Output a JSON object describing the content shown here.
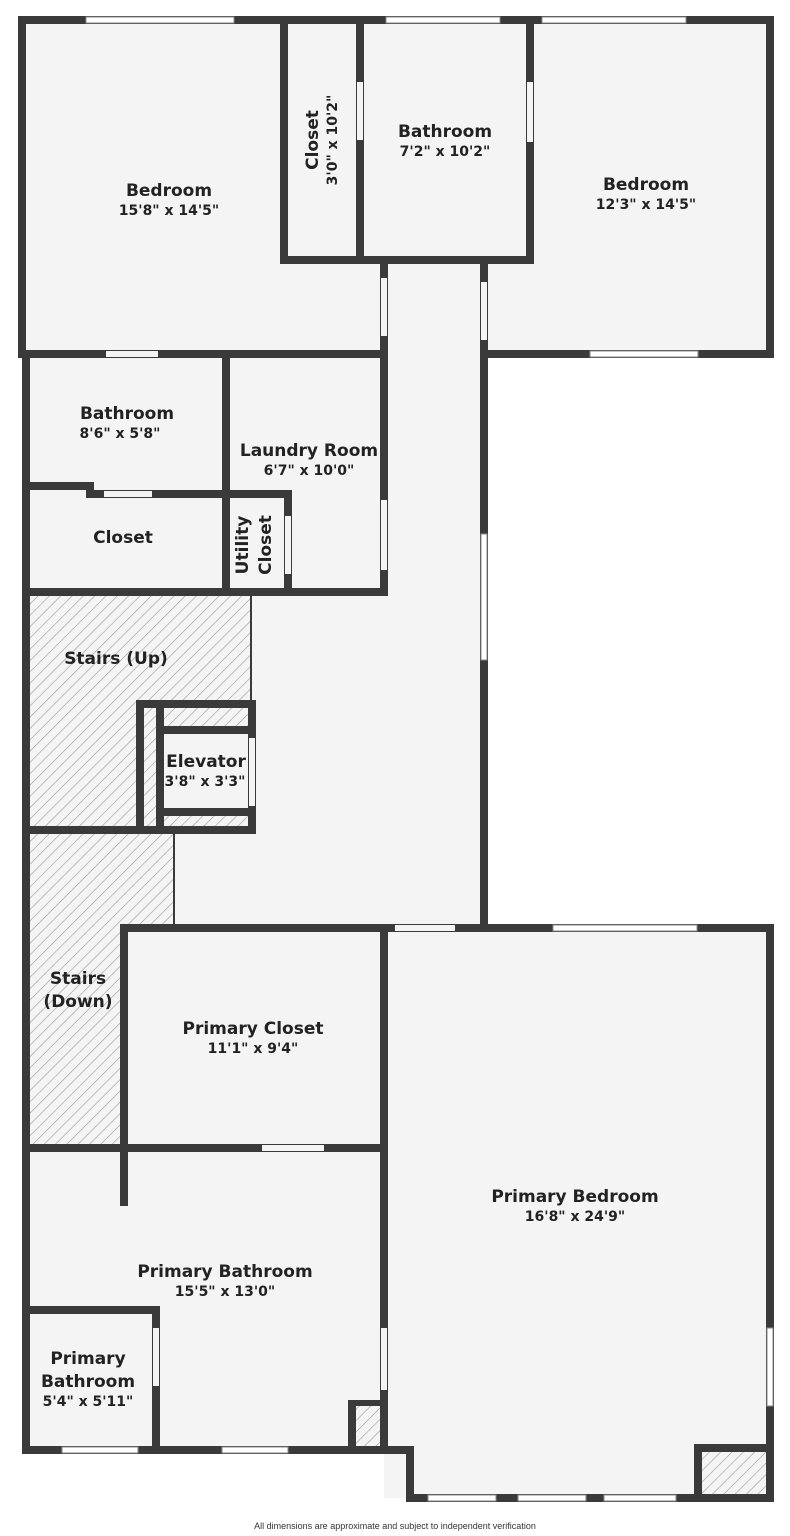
{
  "rooms": {
    "bedroom_nw": {
      "name": "Bedroom",
      "dims": "15'8\" x 14'5\""
    },
    "closet_top": {
      "name": "Closet",
      "dims": "3'0\" x 10'2\""
    },
    "bathroom_top": {
      "name": "Bathroom",
      "dims": "7'2\" x 10'2\""
    },
    "bedroom_ne": {
      "name": "Bedroom",
      "dims": "12'3\" x 14'5\""
    },
    "bathroom_mid": {
      "name": "Bathroom",
      "dims": "8'6\" x 5'8\""
    },
    "laundry": {
      "name": "Laundry Room",
      "dims": "6'7\" x 10'0\""
    },
    "closet_mid": {
      "name": "Closet"
    },
    "utility_closet": {
      "line1": "Utility",
      "line2": "Closet"
    },
    "stairs_up": {
      "name": "Stairs (Up)"
    },
    "elevator": {
      "name": "Elevator",
      "dims": "3'8\" x 3'3\""
    },
    "stairs_down": {
      "line1": "Stairs",
      "line2": "(Down)"
    },
    "primary_closet": {
      "name": "Primary Closet",
      "dims": "11'1\" x 9'4\""
    },
    "primary_bedroom": {
      "name": "Primary Bedroom",
      "dims": "16'8\" x 24'9\""
    },
    "primary_bathroom": {
      "name": "Primary Bathroom",
      "dims": "15'5\" x 13'0\""
    },
    "primary_bathroom_small": {
      "line1": "Primary",
      "line2": "Bathroom",
      "dims": "5'4\" x 5'11\""
    }
  },
  "footer": {
    "text": "All dimensions are approximate and subject to independent verification"
  },
  "colors": {
    "wall": "#3a3a3a",
    "floor": "#f4f4f4",
    "hatch": "#9a9a9a"
  }
}
